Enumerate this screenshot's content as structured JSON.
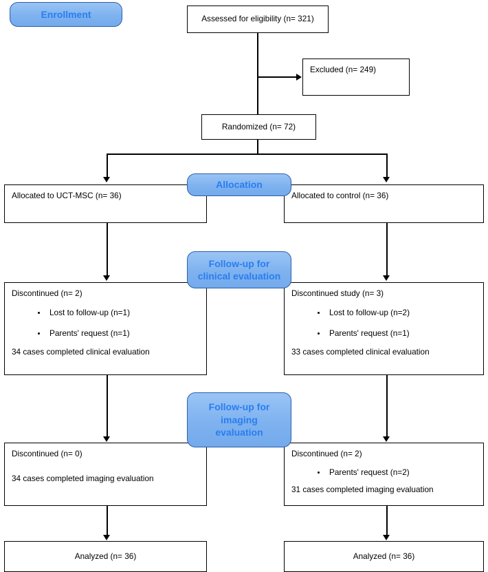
{
  "diagram": {
    "title": "CONSORT participant flow diagram",
    "accent_blue_fill": "#7eb2ef",
    "accent_blue_text": "#2a7df0",
    "accent_blue_border": "#2b5fa8",
    "line_color": "#000000",
    "box_background": "#ffffff"
  },
  "stages": {
    "enrollment": "Enrollment",
    "allocation": "Allocation",
    "followup_clinical_line1": "Follow-up for",
    "followup_clinical_line2": "clinical evaluation",
    "followup_imaging_line1": "Follow-up for",
    "followup_imaging_line2": "imaging",
    "followup_imaging_line3": "evaluation"
  },
  "enrollment": {
    "assessed": "Assessed for eligibility (n= 321)",
    "excluded": "Excluded (n= 249)",
    "randomized": "Randomized (n= 72)"
  },
  "allocation": {
    "left": "Allocated to UCT-MSC (n= 36)",
    "right": "Allocated to control (n= 36)"
  },
  "followup_clinical": {
    "left": {
      "heading": "Discontinued (n= 2)",
      "bullets": [
        "Lost to follow-up (n=1)",
        "Parents' request (n=1)"
      ],
      "summary": "34 cases completed clinical evaluation"
    },
    "right": {
      "heading": "Discontinued study (n= 3)",
      "bullets": [
        "Lost to follow-up (n=2)",
        "Parents' request (n=1)"
      ],
      "summary": "33 cases completed clinical evaluation"
    }
  },
  "followup_imaging": {
    "left": {
      "heading": "Discontinued (n= 0)",
      "bullets": [],
      "summary": "34 cases completed imaging evaluation"
    },
    "right": {
      "heading": "Discontinued (n= 2)",
      "bullets": [
        "Parents' request (n=2)"
      ],
      "summary": "31 cases completed imaging evaluation"
    }
  },
  "analysis": {
    "left": "Analyzed (n= 36)",
    "right": "Analyzed (n= 36)"
  }
}
